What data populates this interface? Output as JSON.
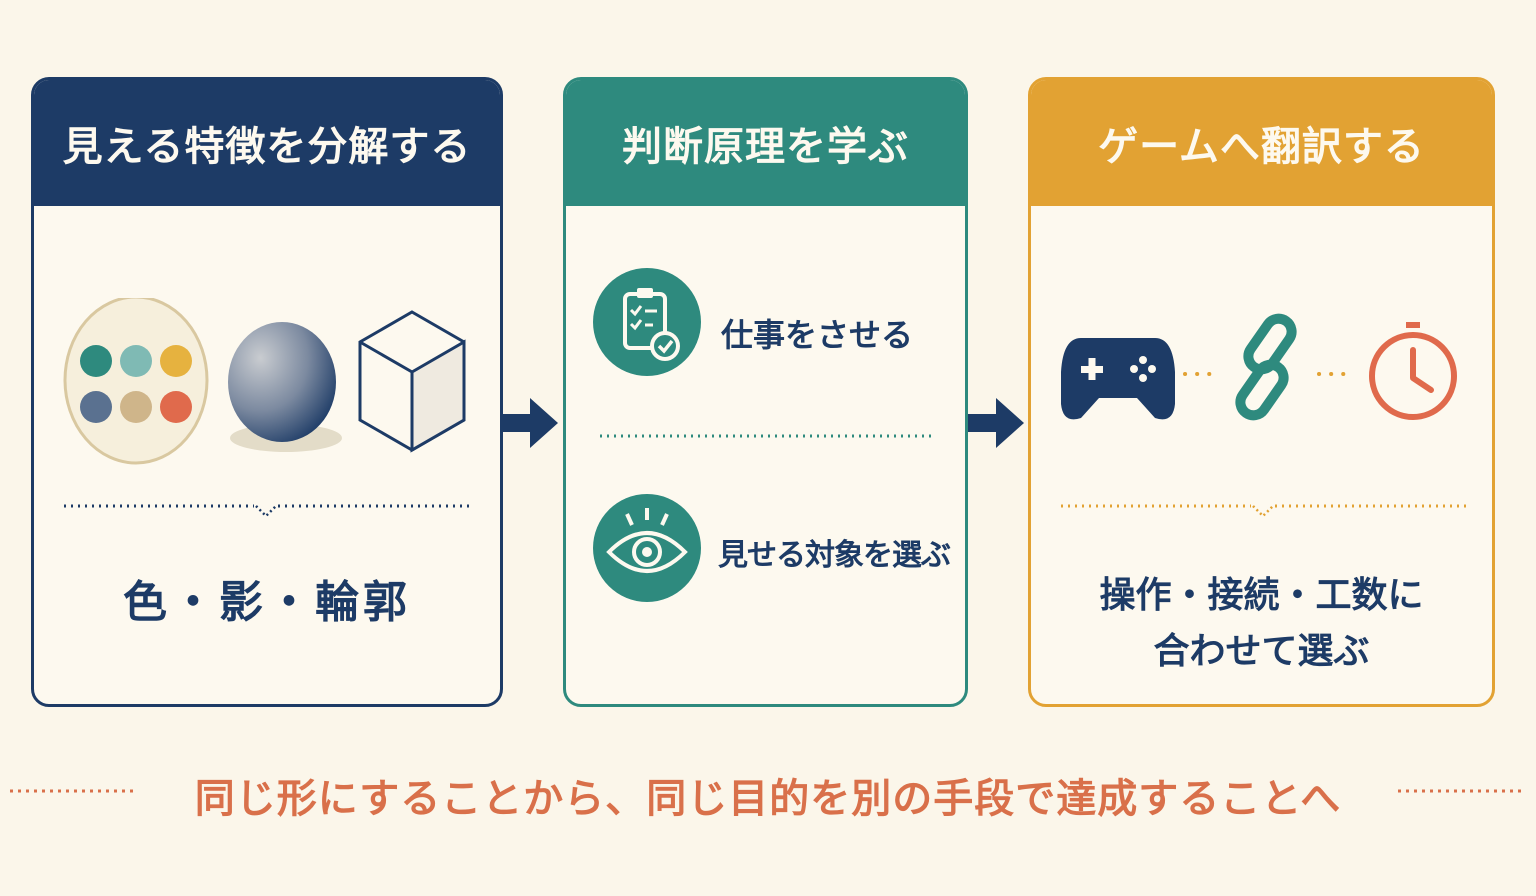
{
  "steps": [
    {
      "title": "見える特徴を分解する",
      "caption": "色・影・輪郭",
      "icons": [
        "color-palette-icon",
        "shaded-sphere-icon",
        "cube-outline-icon"
      ],
      "accent": "#1d3b66"
    },
    {
      "title": "判断原理を学ぶ",
      "items": [
        {
          "label": "仕事をさせる",
          "icon": "clipboard-check-icon"
        },
        {
          "label": "見せる対象を選ぶ",
          "icon": "eye-icon"
        }
      ],
      "accent": "#2e8a7e"
    },
    {
      "title": "ゲームへ翻訳する",
      "caption_lines": [
        "操作・接続・工数に",
        "合わせて選ぶ"
      ],
      "icons": [
        "gamepad-icon",
        "chain-link-icon",
        "clock-icon"
      ],
      "accent": "#e2a233"
    }
  ],
  "footer": {
    "text": "同じ形にすることから、同じ目的を別の手段で達成することへ",
    "color": "#d9704a"
  },
  "palette_colors": [
    "#2e8a7e",
    "#7fbab4",
    "#e6b23f",
    "#5a7190",
    "#cfb58a",
    "#e06a4c"
  ]
}
